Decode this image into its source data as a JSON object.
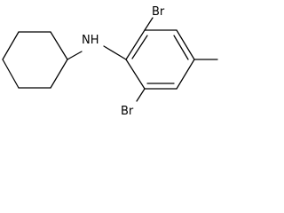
{
  "molecule": {
    "atoms": {
      "amine_label": "NH",
      "bromine_top_label": "Br",
      "bromine_bottom_label": "Br"
    }
  },
  "colors": {
    "bond": "#000000",
    "text": "#000000",
    "background": "#ffffff"
  }
}
